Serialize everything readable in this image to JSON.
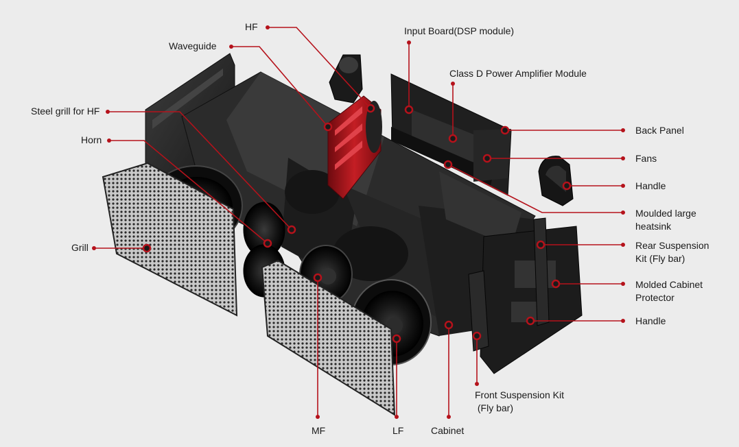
{
  "accent_color": "#b5121b",
  "background_color": "#ececec",
  "labels": {
    "hf": "HF",
    "input_board": "Input Board(DSP module)",
    "waveguide": "Waveguide",
    "class_d": "Class D Power Amplifier Module",
    "steel_grill_hf": "Steel grill for HF",
    "horn": "Horn",
    "back_panel": "Back Panel",
    "fans": "Fans",
    "handle_top": "Handle",
    "heatsink_1": "Moulded large",
    "heatsink_2": "heatsink",
    "grill": "Grill",
    "rear_susp_1": "Rear Suspension",
    "rear_susp_2": "Kit (Fly bar)",
    "protector_1": "Molded Cabinet",
    "protector_2": "Protector",
    "handle_bottom": "Handle",
    "front_susp_1": "Front Suspension Kit",
    "front_susp_2": " (Fly bar)",
    "mf": "MF",
    "lf": "LF",
    "cabinet": "Cabinet"
  }
}
